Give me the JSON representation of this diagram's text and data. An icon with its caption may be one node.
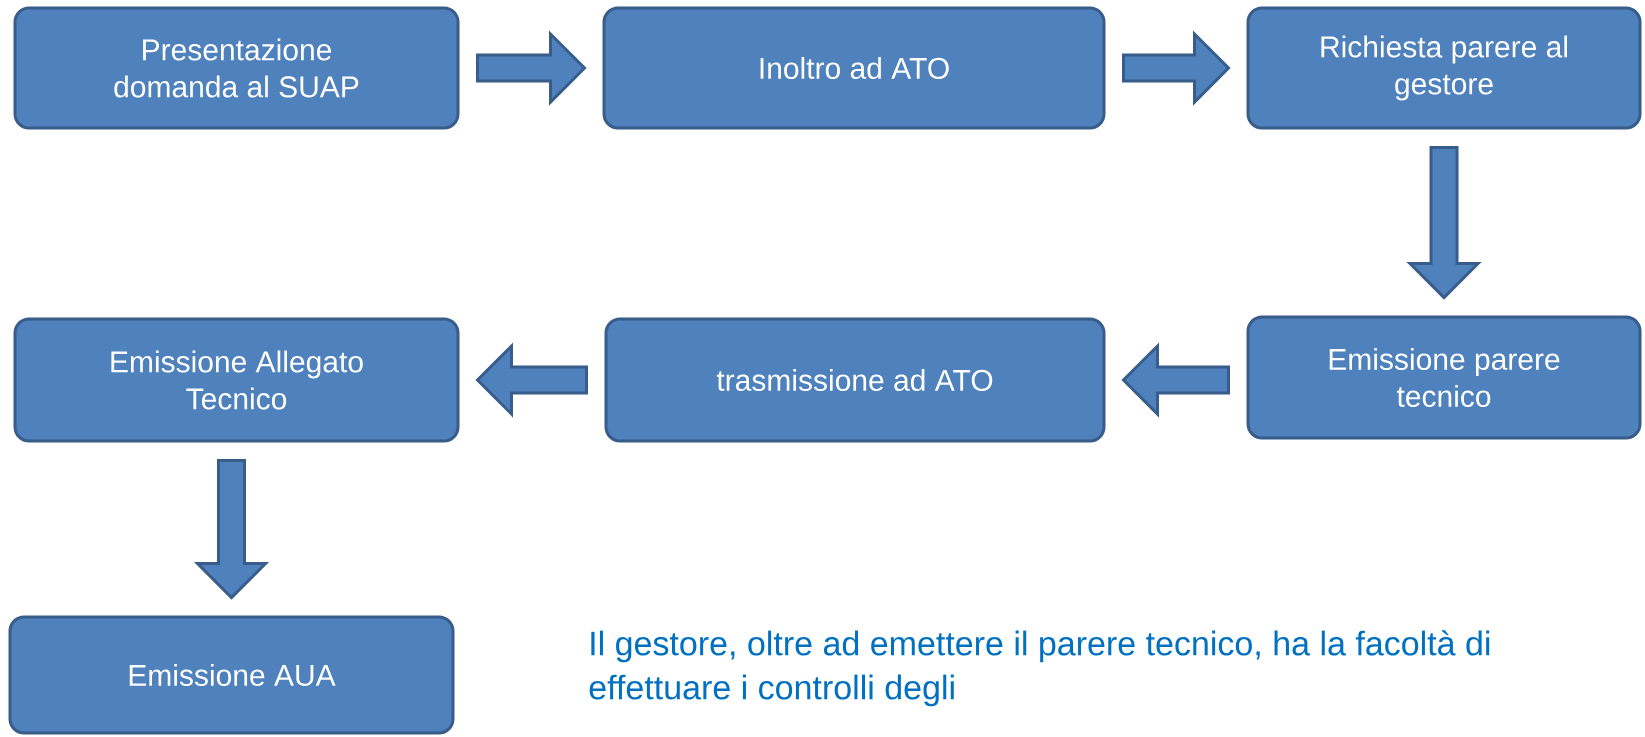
{
  "diagram": {
    "nodes": [
      {
        "text": [
          "Presentazione domanda al SUAP"
        ]
      },
      {
        "text": [
          "Inoltro ad ATO"
        ]
      },
      {
        "text": [
          "Richiesta parere al gestore"
        ]
      },
      {
        "text": [
          "Emissione parere tecnico"
        ]
      },
      {
        "text": [
          "trasmissione ad ATO"
        ]
      },
      {
        "text": [
          "Emissione Allegato Tecnico"
        ]
      },
      {
        "text": [
          "Emissione AUA"
        ]
      }
    ],
    "edges": [
      {
        "from": 0,
        "to": 1,
        "arrow": "to"
      },
      {
        "from": 1,
        "to": 2,
        "arrow": "to"
      },
      {
        "from": 2,
        "to": 3,
        "arrow": "to"
      },
      {
        "from": 3,
        "to": 4,
        "arrow": "to"
      },
      {
        "from": 4,
        "to": 5,
        "arrow": "to"
      },
      {
        "from": 5,
        "to": 6,
        "arrow": "to"
      }
    ],
    "labels": [
      "Il gestore, oltre ad emettere il parere tecnico, ha la facoltà di effettuare i controlli degli"
    ]
  }
}
